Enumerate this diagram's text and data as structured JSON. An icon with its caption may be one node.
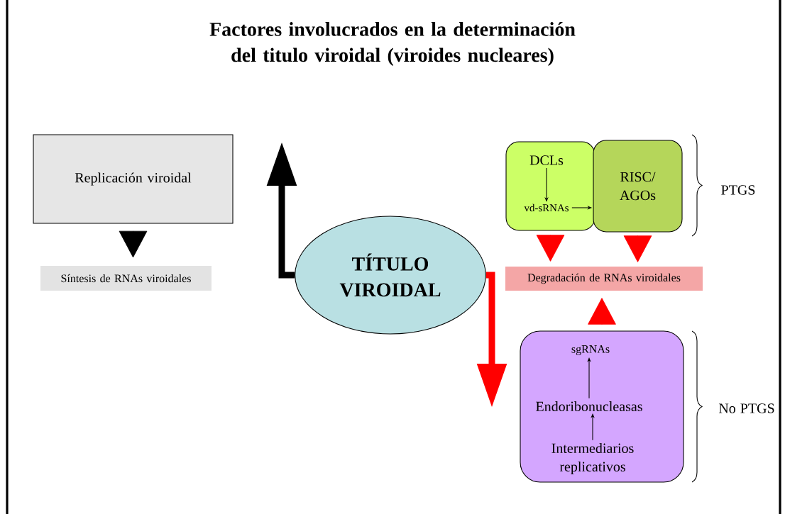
{
  "diagram": {
    "title": "Factores involucrados en la determinación del titulo viroidal (viroides nucleares)",
    "nodes": [
      {
        "text": [
          "Replicación viroidal"
        ]
      },
      {
        "text": [
          "Síntesis de RNAs viroidales"
        ]
      },
      {
        "text": [
          "TÍTULO VIROIDAL"
        ]
      },
      {
        "text": [],
        "shape": "box"
      },
      {
        "text": [
          "DCLs"
        ],
        "in": 3
      },
      {
        "text": [
          "vd-sRNAs"
        ],
        "in": 3
      },
      {
        "text": [
          "RISC/ AGOs"
        ]
      },
      {
        "text": [
          "Degradación de RNAs viroidales"
        ]
      },
      {
        "text": [],
        "shape": "box"
      },
      {
        "text": [
          "sgRNAs"
        ],
        "in": 8
      },
      {
        "text": [
          "Endoribonucleasas"
        ],
        "in": 8
      },
      {
        "text": [
          "Intermediarios replicativos"
        ],
        "in": 8
      }
    ],
    "edges": [
      {
        "from": 0,
        "to": 1,
        "arrow": "to"
      },
      {
        "from": 2,
        "to": null,
        "arrow": "to",
        "style": "thick"
      },
      {
        "from": 2,
        "to": null,
        "arrow": "to",
        "style": "thick",
        "color": "#ff0000"
      },
      {
        "from": 3,
        "to": 7,
        "arrow": "to",
        "color": "#ff0000"
      },
      {
        "from": 6,
        "to": 7,
        "arrow": "to",
        "color": "#ff0000"
      },
      {
        "from": 8,
        "to": 7,
        "arrow": "to",
        "color": "#ff0000"
      },
      {
        "from": 4,
        "to": 5,
        "arrow": "to"
      },
      {
        "from": 5,
        "to": 6,
        "arrow": "to"
      },
      {
        "from": 11,
        "to": 10,
        "arrow": "to"
      },
      {
        "from": 10,
        "to": 9,
        "arrow": "to"
      }
    ],
    "labels": [
      "PTGS",
      "No PTGS"
    ]
  }
}
